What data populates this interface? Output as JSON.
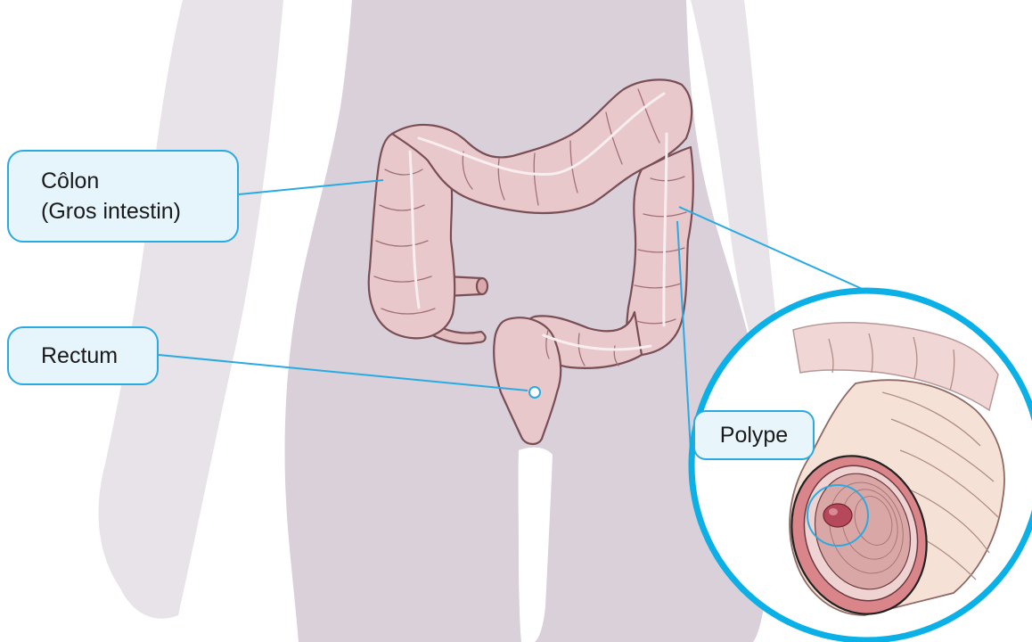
{
  "labels": {
    "colon_line1": "Côlon",
    "colon_line2": "(Gros intestin)",
    "rectum": "Rectum",
    "polyp": "Polype"
  },
  "colors": {
    "body_silhouette": "#e3dde2",
    "torso": "#d9d0d9",
    "intestine_fill": "#e8c8cb",
    "intestine_outline": "#7a4e55",
    "callout_blue": "#29abe2",
    "label_fill": "#e6f4fb",
    "polyp": "#b5485a"
  }
}
